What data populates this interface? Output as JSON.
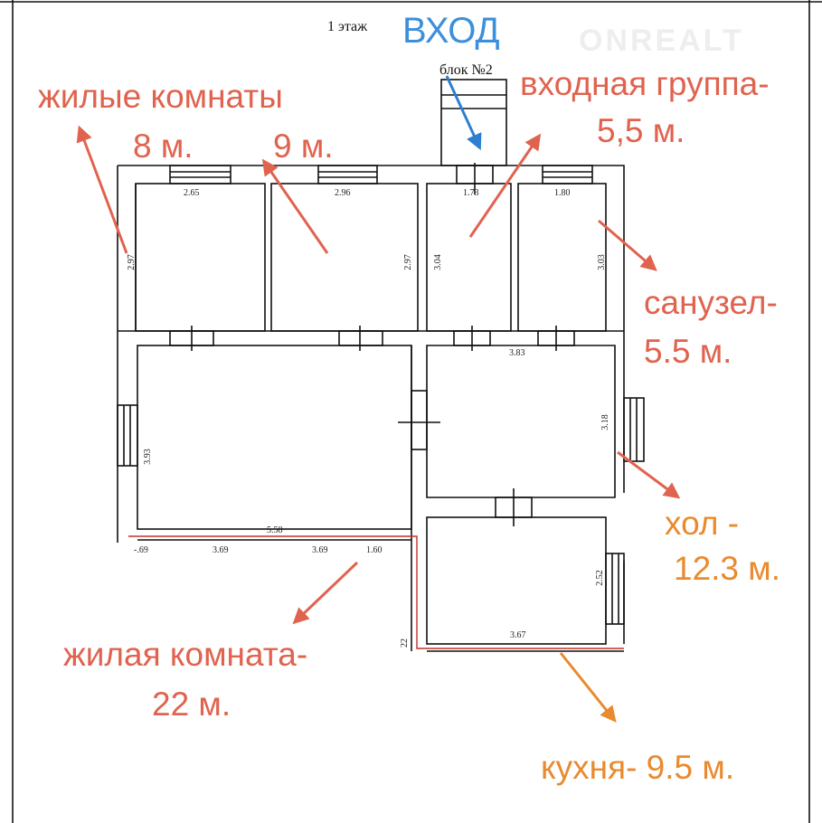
{
  "plan": {
    "floor_title": "1 этаж",
    "block_title": "блок №2",
    "entrance_label": "ВХОД",
    "watermark": "ONREALT",
    "colors": {
      "red": "#e0634f",
      "orange": "#e98a2f",
      "blue": "#3b8fdc",
      "wall": "#111111",
      "wall_highlight": "#c0302a"
    }
  },
  "annotations": {
    "living_rooms": "жилые комнаты",
    "room_8": "8 м.",
    "room_9": "9 м.",
    "entry_group": "входная группа-",
    "entry_group_area": "5,5 м.",
    "bathroom": "санузел-",
    "bathroom_area": "5.5 м.",
    "hall": "хол -",
    "hall_area": "12.3 м.",
    "living_room": "жилая комната-",
    "living_room_area": "22 м.",
    "kitchen": "кухня- 9.5 м."
  },
  "dimensions": {
    "r1_w": "2.65",
    "r2_w": "2.96",
    "r3_w": "1.73",
    "r4_w": "1.80",
    "r1_h": "2.97",
    "r2_h": "2.97",
    "r3_h": "3.04",
    "r4_h": "3.03",
    "hall_w": "3.83",
    "hall_h": "3.18",
    "big_h": "3.93",
    "big_w": "5.58",
    "b1": "-.69",
    "b2": "3.69",
    "b3": "3.69",
    "b4": "1.60",
    "kitchen_h": "2.52",
    "kitchen_w": "3.67",
    "b5": "22"
  }
}
